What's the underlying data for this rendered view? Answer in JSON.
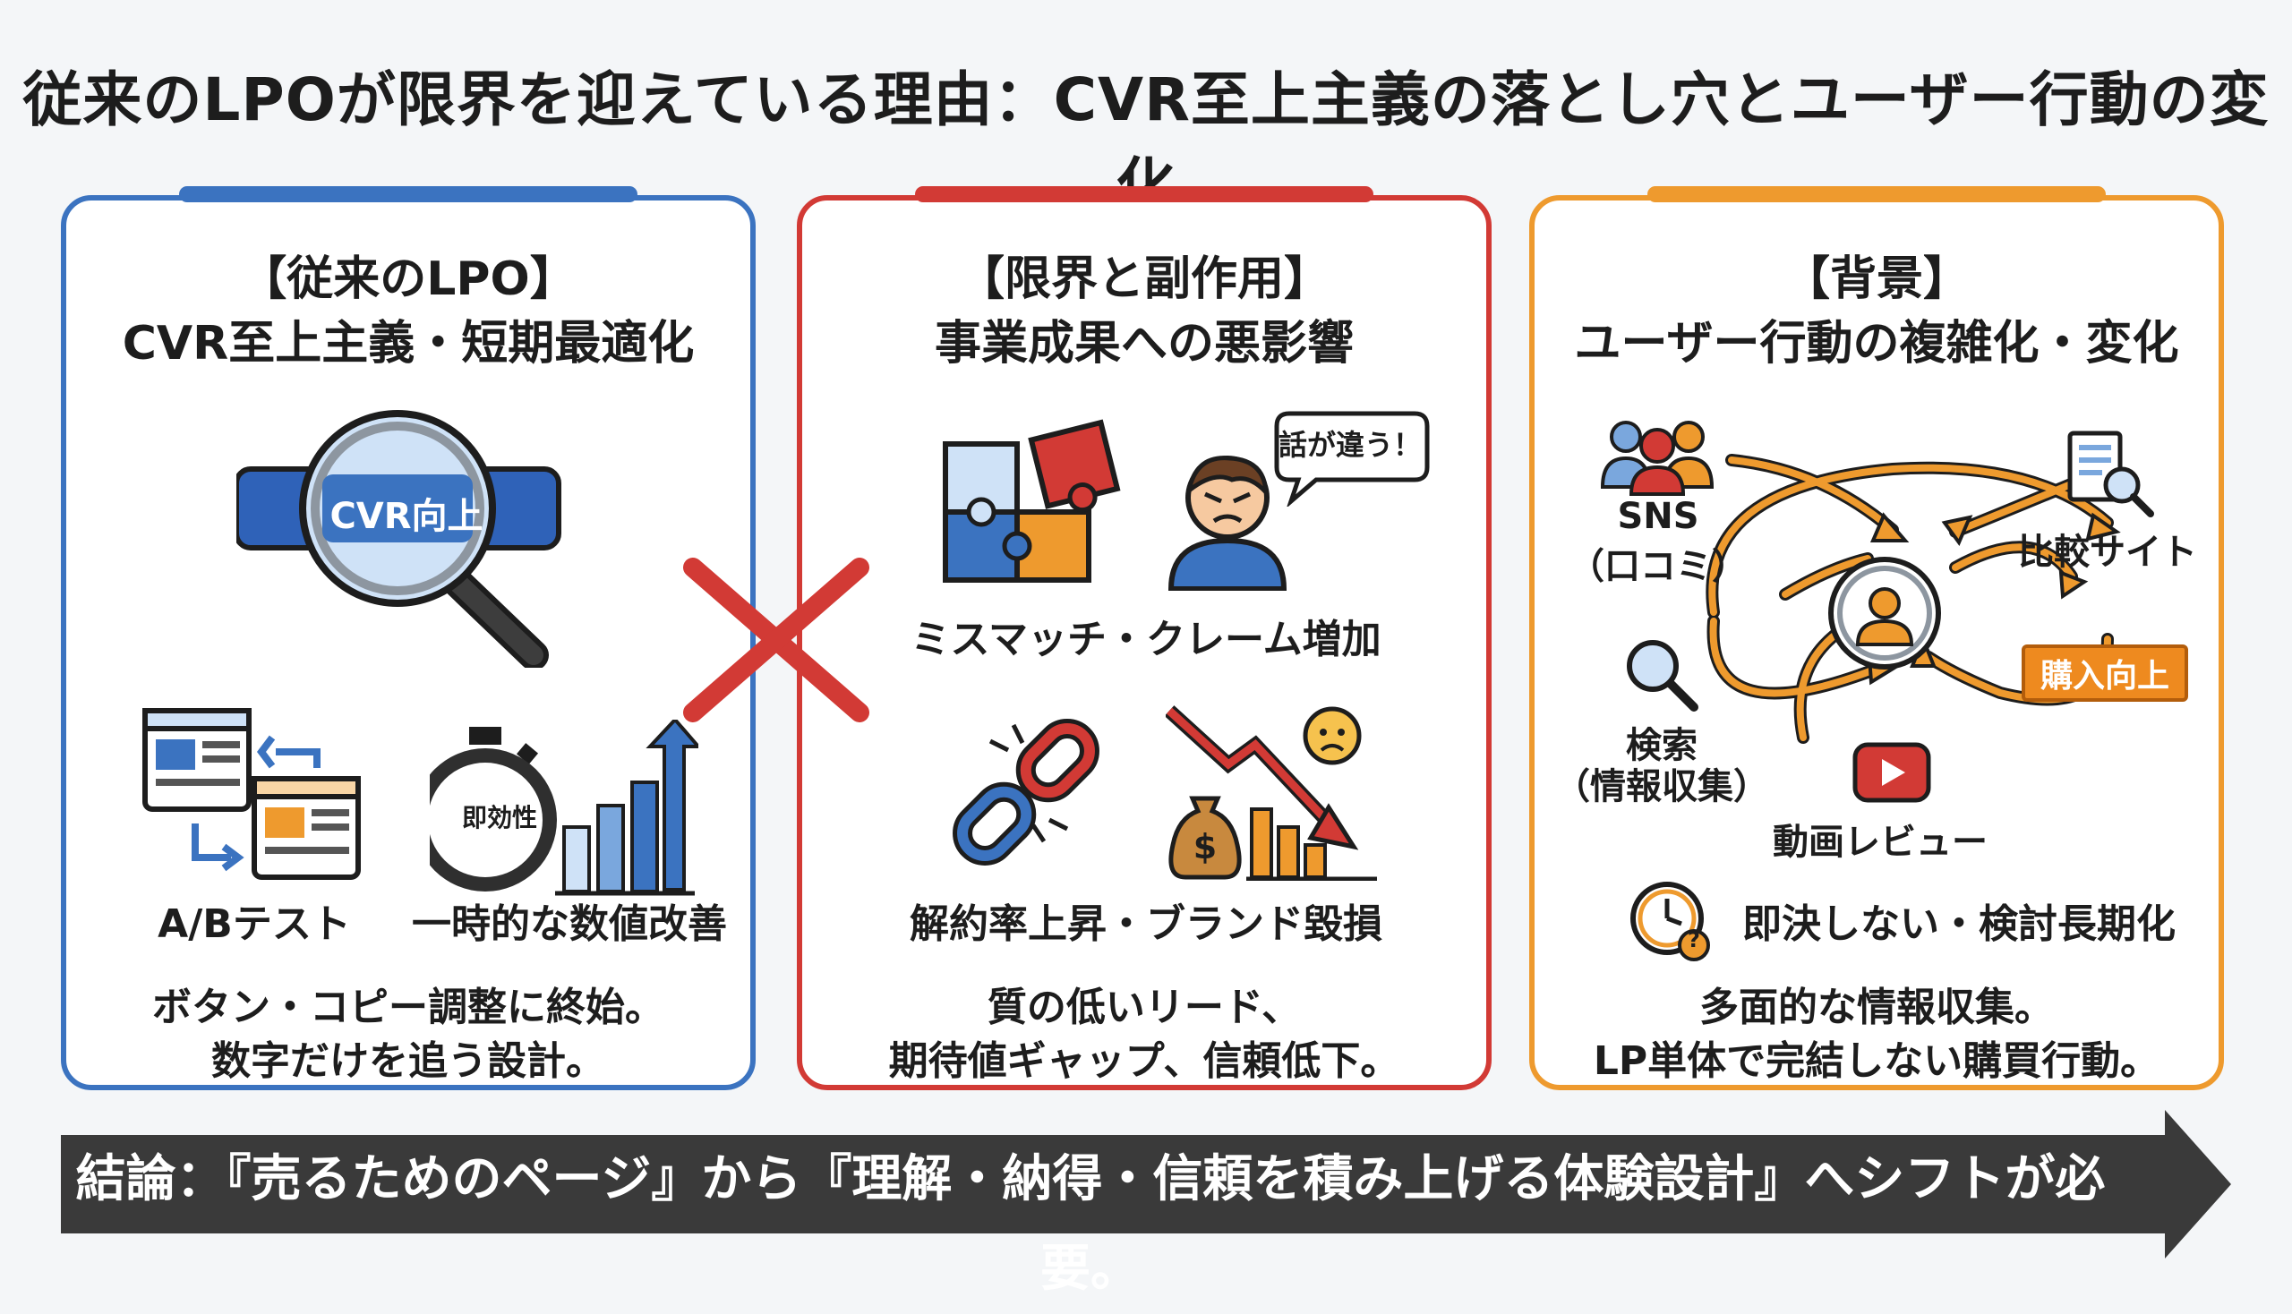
{
  "title": "従来のLPOが限界を迎えている理由：CVR至上主義の落とし穴とユーザー行動の変化",
  "panels": {
    "left": {
      "heading1": "【従来のLPO】",
      "heading2": "CVR至上主義・短期最適化",
      "magnifier_label": "CVR向上",
      "stopwatch_label": "即効性",
      "item1": "A/Bテスト",
      "item2": "一時的な数値改善",
      "desc1": "ボタン・コピー調整に終始。",
      "desc2": "数字だけを追う設計。"
    },
    "middle": {
      "heading1": "【限界と副作用】",
      "heading2": "事業成果への悪影響",
      "speech": "話が違う！",
      "item1": "ミスマッチ・クレーム増加",
      "item2": "解約率上昇・ブランド毀損",
      "desc1": "質の低いリード、",
      "desc2": "期待値ギャップ、信頼低下。"
    },
    "right": {
      "heading1": "【背景】",
      "heading2": "ユーザー行動の複雑化・変化",
      "node_sns1": "SNS",
      "node_sns2": "（口コミ）",
      "node_compare": "比較サイト",
      "node_search1": "検索",
      "node_search2": "（情報収集）",
      "node_purchase": "購入向上",
      "node_video": "動画レビュー",
      "item": "即決しない・検討長期化",
      "desc1": "多面的な情報収集。",
      "desc2": "LP単体で完結しない購買行動。"
    }
  },
  "footer": "結論：『売るためのページ』から『理解・納得・信頼を積み上げる体験設計』へシフトが必要。",
  "colors": {
    "blue": "#3b73c0",
    "red": "#d23a35",
    "orange": "#ee9a2e",
    "footer": "#3a3a3a"
  }
}
